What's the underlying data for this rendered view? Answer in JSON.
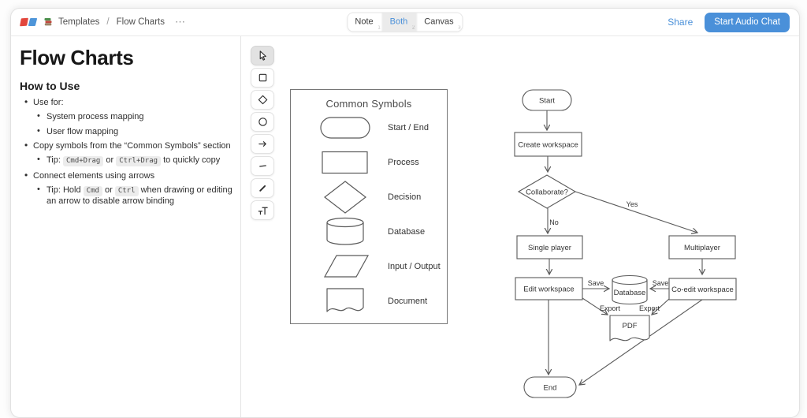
{
  "topbar": {
    "breadcrumb": {
      "section": "Templates",
      "separator": "/",
      "current": "Flow Charts",
      "overflow_menu": "⋯"
    },
    "view_toggle": [
      {
        "label": "Note",
        "shortcut": "1"
      },
      {
        "label": "Both",
        "shortcut": "2"
      },
      {
        "label": "Canvas",
        "shortcut": "3"
      }
    ],
    "share": "Share",
    "start_audio_chat": "Start Audio Chat",
    "accent_color": "#4a90d9"
  },
  "note_panel": {
    "title": "Flow Charts",
    "how_to": {
      "heading": "How to Use",
      "use_for": {
        "label": "Use for:",
        "items": [
          "System process mapping",
          "User flow mapping"
        ]
      },
      "copy_symbols": {
        "label": "Copy symbols from the “Common Symbols” section",
        "tip_prefix": "Tip: ",
        "code1": "Cmd+Drag",
        "tip_or": " or ",
        "code2": "Ctrl+Drag",
        "tip_suffix": " to quickly copy"
      },
      "connect": {
        "label": "Connect elements using arrows",
        "tip_prefix": "Tip: Hold ",
        "code1": "Cmd",
        "tip_or": " or ",
        "code2": "Ctrl",
        "tip_suffix": " when drawing or editing an arrow to disable arrow binding"
      }
    }
  },
  "toolbar": {
    "tools": [
      {
        "name": "select"
      },
      {
        "name": "rectangle"
      },
      {
        "name": "diamond"
      },
      {
        "name": "ellipse"
      },
      {
        "name": "arrow"
      },
      {
        "name": "line"
      },
      {
        "name": "draw"
      },
      {
        "name": "text"
      }
    ]
  },
  "canvas": {
    "symbols_panel": {
      "title": "Common Symbols",
      "items": [
        {
          "shape": "start-end",
          "label": "Start / End"
        },
        {
          "shape": "process",
          "label": "Process"
        },
        {
          "shape": "decision",
          "label": "Decision"
        },
        {
          "shape": "database",
          "label": "Database"
        },
        {
          "shape": "input-output",
          "label": "Input / Output"
        },
        {
          "shape": "document",
          "label": "Document"
        }
      ]
    },
    "flowchart": {
      "start": "Start",
      "create_workspace": "Create workspace",
      "collaborate": "Collaborate?",
      "no": "No",
      "yes": "Yes",
      "single_player": "Single player",
      "multiplayer": "Multiplayer",
      "edit_workspace": "Edit workspace",
      "coedit_workspace": "Co-edit workspace",
      "save_left": "Save",
      "save_right": "Save",
      "database": "Database",
      "export_left": "Export",
      "export_right": "Export",
      "pdf": "PDF",
      "end": "End"
    },
    "stroke_color": "#5a5a5a"
  }
}
